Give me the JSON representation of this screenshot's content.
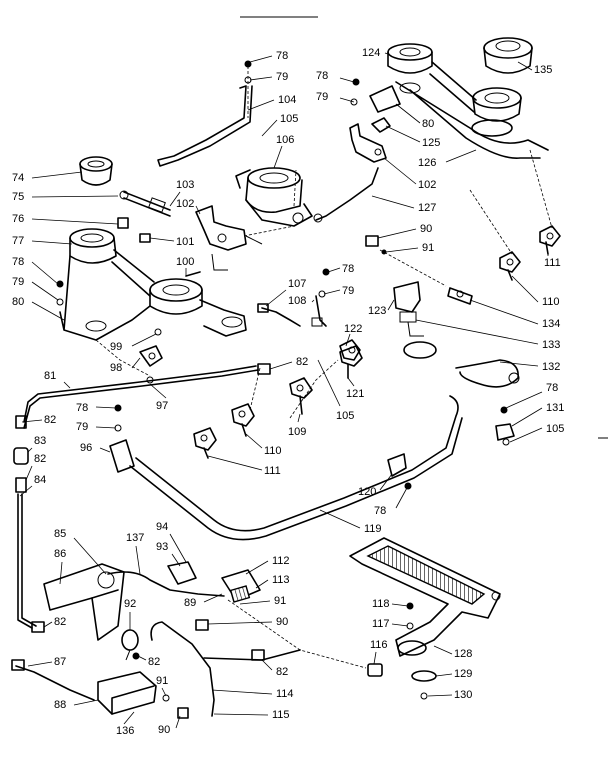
{
  "diagram": {
    "callouts": [
      {
        "id": "c1",
        "text": "78"
      },
      {
        "id": "c2",
        "text": "79"
      },
      {
        "id": "c3",
        "text": "104"
      },
      {
        "id": "c4",
        "text": "105"
      },
      {
        "id": "c5",
        "text": "106"
      },
      {
        "id": "c6",
        "text": "124"
      },
      {
        "id": "c7",
        "text": "135"
      },
      {
        "id": "c8",
        "text": "78"
      },
      {
        "id": "c9",
        "text": "79"
      },
      {
        "id": "c10",
        "text": "80"
      },
      {
        "id": "c11",
        "text": "125"
      },
      {
        "id": "c12",
        "text": "126"
      },
      {
        "id": "c13",
        "text": "102"
      },
      {
        "id": "c14",
        "text": "127"
      },
      {
        "id": "c15",
        "text": "74"
      },
      {
        "id": "c16",
        "text": "75"
      },
      {
        "id": "c17",
        "text": "103"
      },
      {
        "id": "c18",
        "text": "102"
      },
      {
        "id": "c19",
        "text": "76"
      },
      {
        "id": "c20",
        "text": "101"
      },
      {
        "id": "c21",
        "text": "77"
      },
      {
        "id": "c22",
        "text": "90"
      },
      {
        "id": "c23",
        "text": "91"
      },
      {
        "id": "c24",
        "text": "111"
      },
      {
        "id": "c25",
        "text": "78"
      },
      {
        "id": "c26",
        "text": "100"
      },
      {
        "id": "c27",
        "text": "79"
      },
      {
        "id": "c28",
        "text": "80"
      },
      {
        "id": "c29",
        "text": "107"
      },
      {
        "id": "c30",
        "text": "78"
      },
      {
        "id": "c31",
        "text": "108"
      },
      {
        "id": "c32",
        "text": "79"
      },
      {
        "id": "c33",
        "text": "110"
      },
      {
        "id": "c34",
        "text": "123"
      },
      {
        "id": "c35",
        "text": "134"
      },
      {
        "id": "c36",
        "text": "122"
      },
      {
        "id": "c37",
        "text": "99"
      },
      {
        "id": "c38",
        "text": "133"
      },
      {
        "id": "c39",
        "text": "98"
      },
      {
        "id": "c40",
        "text": "82"
      },
      {
        "id": "c41",
        "text": "121"
      },
      {
        "id": "c42",
        "text": "132"
      },
      {
        "id": "c43",
        "text": "81"
      },
      {
        "id": "c44",
        "text": "97"
      },
      {
        "id": "c45",
        "text": "105"
      },
      {
        "id": "c46",
        "text": "78"
      },
      {
        "id": "c47",
        "text": "82"
      },
      {
        "id": "c48",
        "text": "78"
      },
      {
        "id": "c49",
        "text": "131"
      },
      {
        "id": "c50",
        "text": "109"
      },
      {
        "id": "c51",
        "text": "79"
      },
      {
        "id": "c52",
        "text": "105"
      },
      {
        "id": "c53",
        "text": "83"
      },
      {
        "id": "c54",
        "text": "110"
      },
      {
        "id": "c55",
        "text": "96"
      },
      {
        "id": "c56",
        "text": "82"
      },
      {
        "id": "c57",
        "text": "111"
      },
      {
        "id": "c58",
        "text": "120"
      },
      {
        "id": "c59",
        "text": "84"
      },
      {
        "id": "c60",
        "text": "78"
      },
      {
        "id": "c61",
        "text": "119"
      },
      {
        "id": "c62",
        "text": "94"
      },
      {
        "id": "c63",
        "text": "85"
      },
      {
        "id": "c64",
        "text": "137"
      },
      {
        "id": "c65",
        "text": "93"
      },
      {
        "id": "c66",
        "text": "112"
      },
      {
        "id": "c67",
        "text": "86"
      },
      {
        "id": "c68",
        "text": "113"
      },
      {
        "id": "c69",
        "text": "89"
      },
      {
        "id": "c70",
        "text": "91"
      },
      {
        "id": "c71",
        "text": "92"
      },
      {
        "id": "c72",
        "text": "118"
      },
      {
        "id": "c73",
        "text": "82"
      },
      {
        "id": "c74",
        "text": "90"
      },
      {
        "id": "c75",
        "text": "117"
      },
      {
        "id": "c76",
        "text": "82"
      },
      {
        "id": "c77",
        "text": "116"
      },
      {
        "id": "c78",
        "text": "128"
      },
      {
        "id": "c79",
        "text": "87"
      },
      {
        "id": "c80",
        "text": "82"
      },
      {
        "id": "c81",
        "text": "129"
      },
      {
        "id": "c82",
        "text": "114"
      },
      {
        "id": "c83",
        "text": "91"
      },
      {
        "id": "c84",
        "text": "130"
      },
      {
        "id": "c85",
        "text": "88"
      },
      {
        "id": "c86",
        "text": "136"
      },
      {
        "id": "c87",
        "text": "90"
      },
      {
        "id": "c88",
        "text": "115"
      }
    ]
  }
}
